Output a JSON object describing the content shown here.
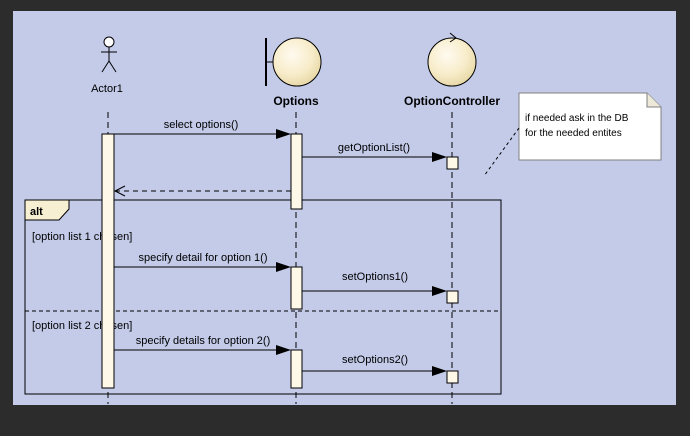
{
  "lifelines": {
    "actor": "Actor1",
    "boundary": "Options",
    "controller": "OptionController"
  },
  "note": {
    "line1": "if needed ask in the DB",
    "line2": "for the needed entites"
  },
  "messages": {
    "m1": "select options()",
    "m2": "getOptionList()",
    "m3": "specify detail for option 1()",
    "m4": "setOptions1()",
    "m5": "specify details for option 2()",
    "m6": "setOptions2()"
  },
  "fragment": {
    "operator": "alt",
    "guard1": "[option list 1 chosen]",
    "guard2": "[option list 2 chosen]"
  },
  "colors": {
    "canvas": "#c3cbe9",
    "lifeline_fill": "#f7efd2",
    "note_fill": "#ffffff",
    "frame_bg": "#2c2c2c"
  }
}
